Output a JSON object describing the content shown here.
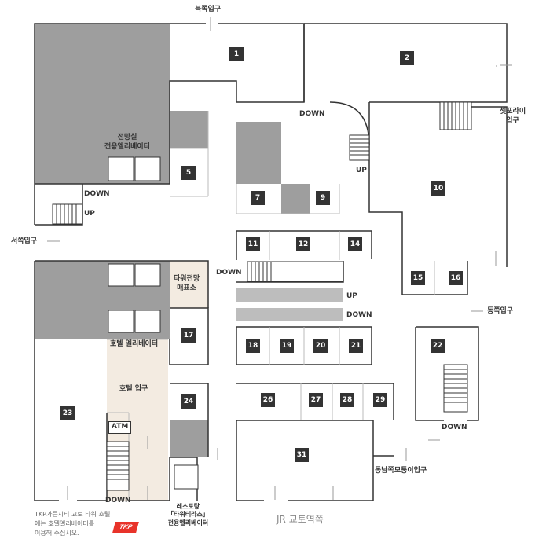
{
  "entrances": {
    "north": "북쪽입구",
    "west": "서쪽입구",
    "east": "동쪽입구",
    "setpo": "셋포라이\n입구",
    "southeast": "동남쪽모퉁이입구",
    "hotel": "호텔 입구"
  },
  "labels": {
    "observatory_elevator": "전망실\n전용엘리베이터",
    "tower_ticket": "타워전망\n매표소",
    "hotel_elevator": "호텔 엘리베이터",
    "restaurant_elevator": "레스토랑\n「타워테라스」\n전용엘리베이터",
    "atm": "ATM",
    "station": "JR 교토역쪽",
    "note": "TKP가든시티 교토 타워 호텔\n에는 호텔엘리베이터를\n이용해 주십시오.",
    "tkp_logo": "TKP"
  },
  "directions": {
    "down": "DOWN",
    "up": "UP"
  },
  "units": [
    "1",
    "2",
    "5",
    "7",
    "9",
    "10",
    "11",
    "12",
    "14",
    "15",
    "16",
    "17",
    "18",
    "19",
    "20",
    "21",
    "22",
    "23",
    "24",
    "26",
    "27",
    "28",
    "29",
    "31"
  ],
  "colors": {
    "gray_block": "#9e9e9e",
    "beige": "#f3ebe1",
    "number_bg": "#333333",
    "tkp_red": "#e8332a"
  }
}
